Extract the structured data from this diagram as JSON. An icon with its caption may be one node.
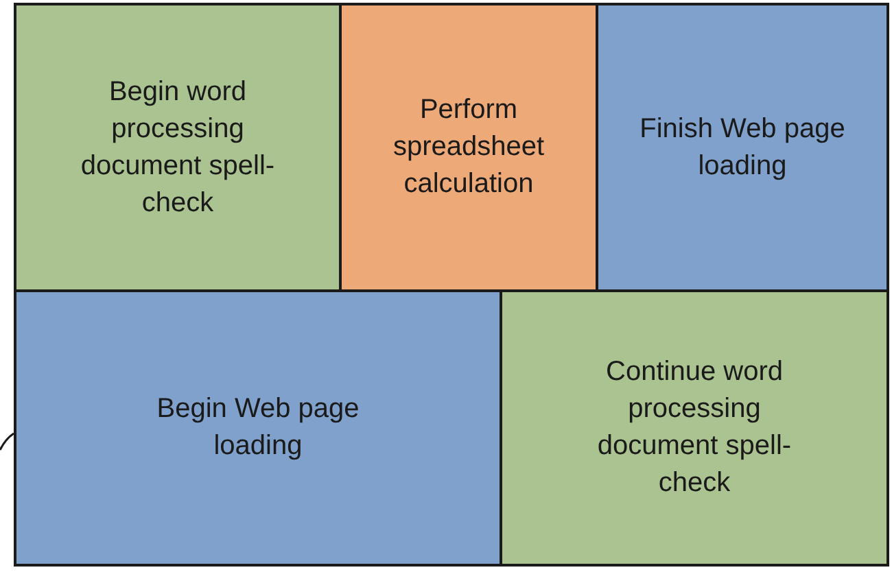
{
  "diagram": {
    "nodes": [
      {
        "text": [
          "Begin word processing document spell-check"
        ]
      },
      {
        "text": [
          "Perform spreadsheet calculation"
        ]
      },
      {
        "text": [
          "Finish Web page loading"
        ]
      },
      {
        "text": [
          "Begin Web page loading"
        ]
      },
      {
        "text": [
          "Continue word processing document spell-check"
        ]
      }
    ],
    "edges": [
      {
        "from": null,
        "to": 3,
        "arrow": "none"
      }
    ]
  }
}
